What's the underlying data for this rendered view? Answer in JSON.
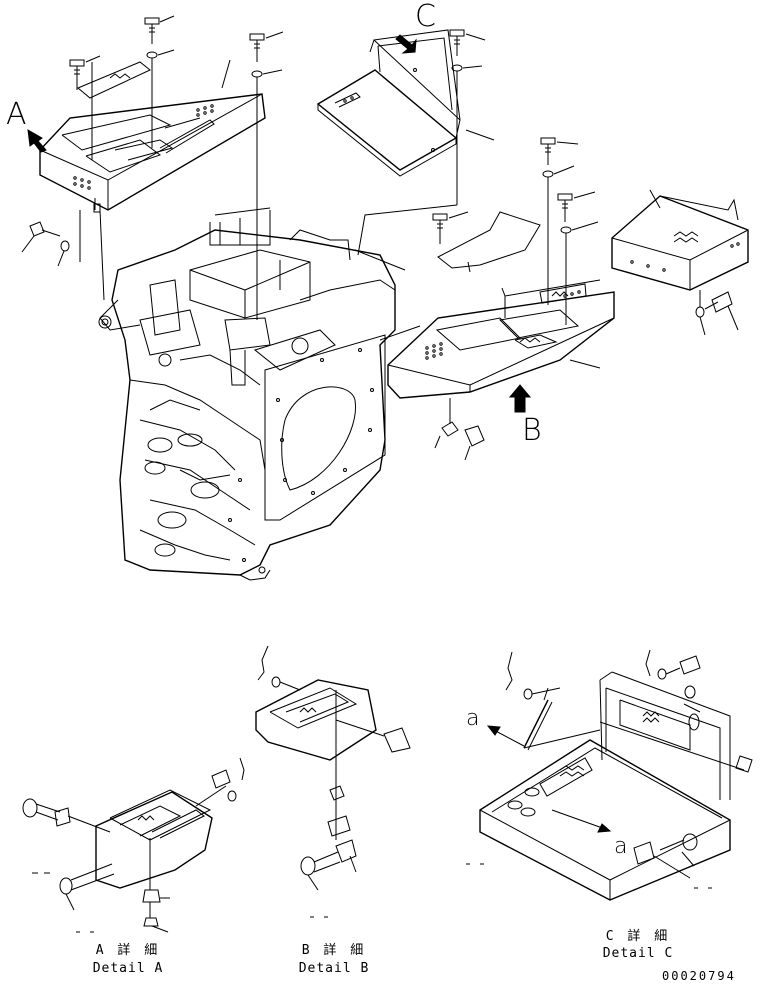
{
  "views": {
    "a": {
      "letter": "A"
    },
    "b": {
      "letter": "B"
    },
    "c": {
      "letter": "C"
    }
  },
  "details": {
    "a": {
      "title": "A 詳 細",
      "subtitle": "Detail A"
    },
    "b": {
      "title": "B 詳 細",
      "subtitle": "Detail B"
    },
    "c": {
      "title": "C 詳 細",
      "subtitle": "Detail C"
    }
  },
  "section_marks": {
    "left": "a",
    "right": "a"
  },
  "drawing_code": "00020794"
}
